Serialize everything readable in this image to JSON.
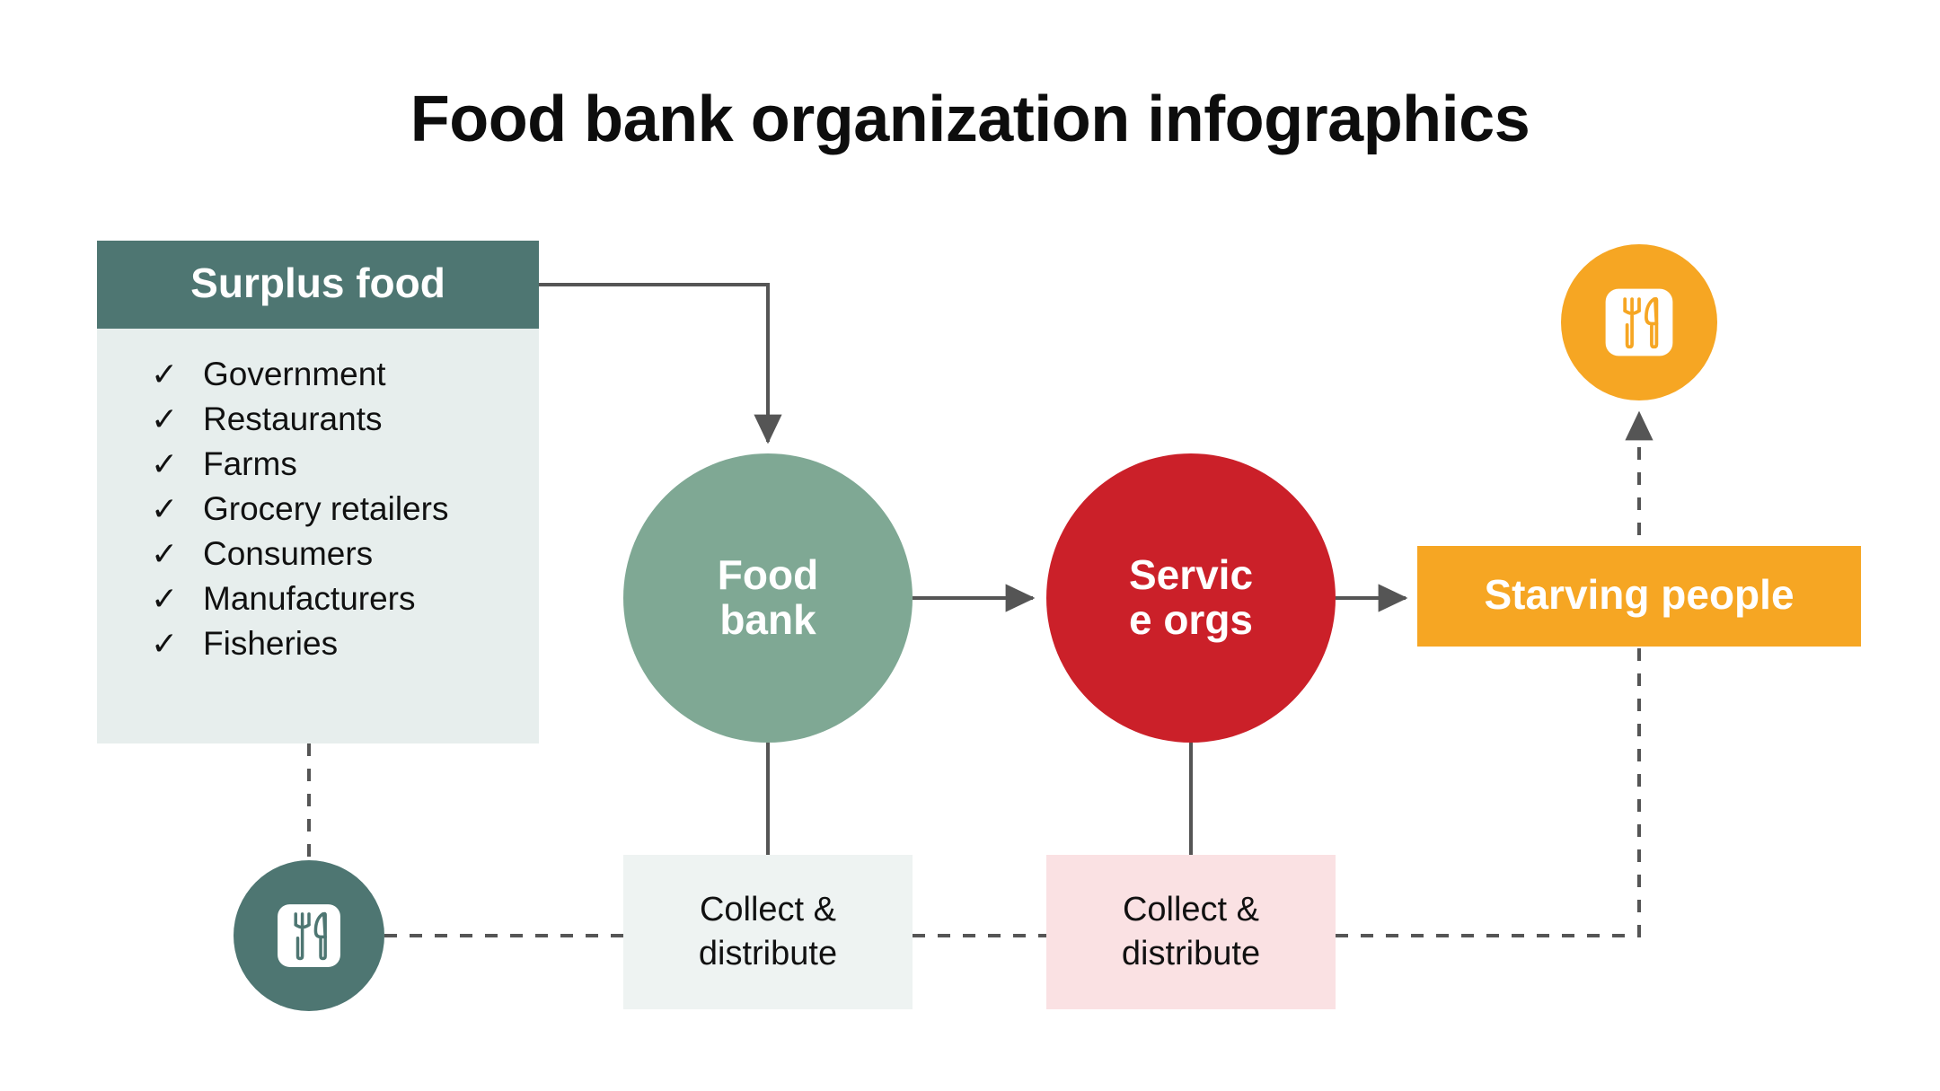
{
  "title": "Food bank organization infographics",
  "colors": {
    "teal": "#4E7672",
    "teal_light": "#E7EEED",
    "green": "#7FA894",
    "red": "#CB2029",
    "orange": "#F6A623",
    "mint_box": "#EEF3F2",
    "pink_box": "#FAE1E3",
    "connector": "#555555",
    "text_dark": "#111111",
    "text_light": "#FFFFFF"
  },
  "surplus": {
    "header": "Surplus food",
    "check_glyph": "✓",
    "items": [
      "Government",
      "Restaurants",
      "Farms",
      "Grocery retailers",
      "Consumers",
      "Manufacturers",
      "Fisheries"
    ]
  },
  "nodes": {
    "food_bank": "Food\nbank",
    "food_bank_line1": "Food",
    "food_bank_line2": "bank",
    "service_orgs_line1": "Servic",
    "service_orgs_line2": "e orgs",
    "starving_people": "Starving people"
  },
  "captions": {
    "collect_green_line1": "Collect &",
    "collect_green_line2": "distribute",
    "collect_pink_line1": "Collect &",
    "collect_pink_line2": "distribute"
  },
  "icons": {
    "orange_badge": "meal-cutlery-icon",
    "teal_badge": "meal-cutlery-icon"
  }
}
